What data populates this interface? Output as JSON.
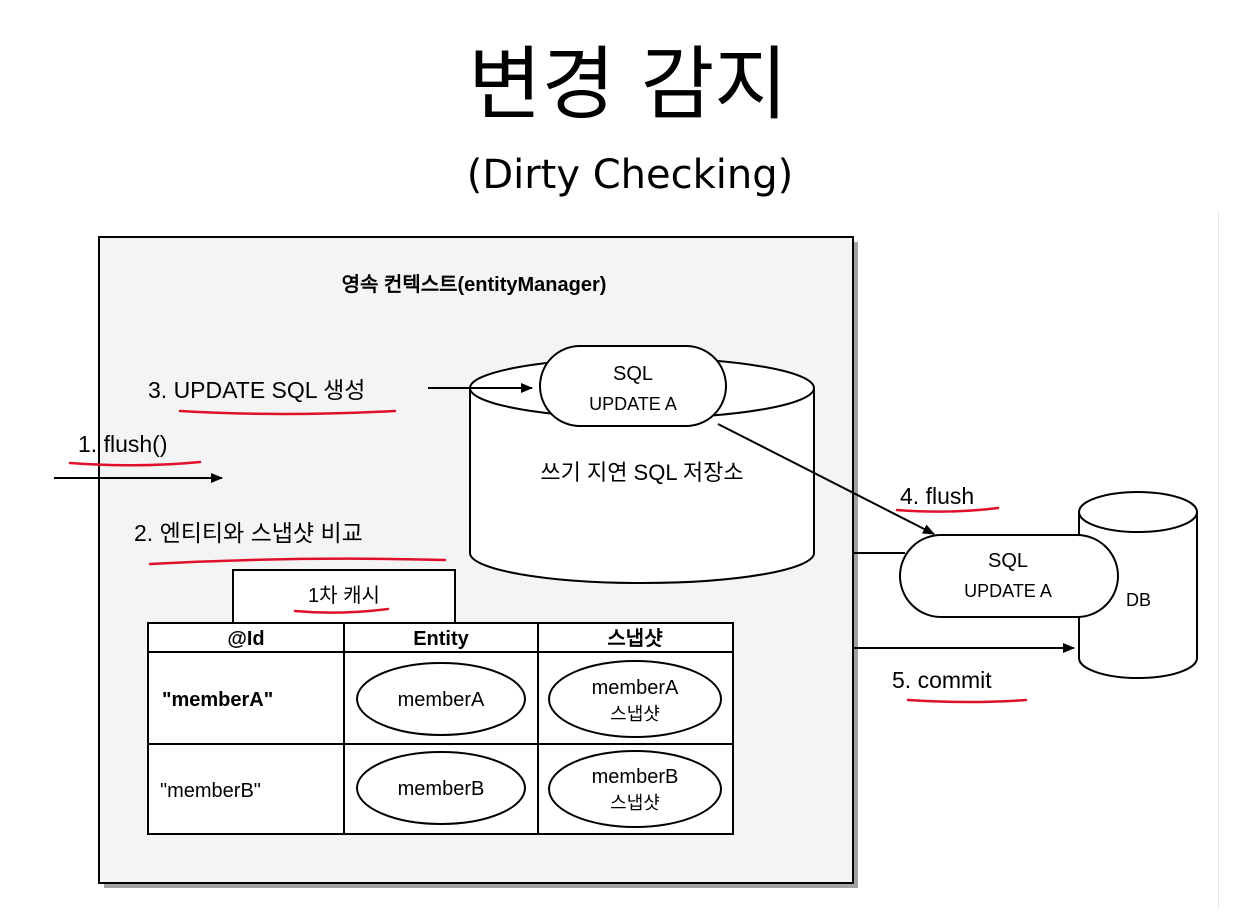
{
  "slide": {
    "title": "변경 감지",
    "subtitle": "(Dirty Checking)"
  },
  "context": {
    "label": "영속 컨텍스트(entityManager)"
  },
  "steps": {
    "step1": "1. flush()",
    "step2": "2. 엔티티와 스냅샷 비교",
    "step3": "3. UPDATE SQL 생성",
    "step4": "4. flush",
    "step5": "5. commit"
  },
  "write_behind": {
    "label": "쓰기 지연 SQL 저장소",
    "sql_title": "SQL",
    "sql_statement": "UPDATE A"
  },
  "transfer": {
    "sql_title": "SQL",
    "sql_statement": "UPDATE A"
  },
  "database": {
    "label": "DB"
  },
  "cache": {
    "label": "1차 캐시",
    "headers": [
      "@Id",
      "Entity",
      "스냅샷"
    ],
    "rows": [
      {
        "id": "\"memberA\"",
        "entity": "memberA",
        "snapshot_name": "memberA",
        "snapshot_label": "스냅샷"
      },
      {
        "id": "\"memberB\"",
        "entity": "memberB",
        "snapshot_name": "memberB",
        "snapshot_label": "스냅샷"
      }
    ]
  },
  "colors": {
    "underline": "#e0102a",
    "stroke": "#000000",
    "context_fill": "#f4f4f4"
  }
}
